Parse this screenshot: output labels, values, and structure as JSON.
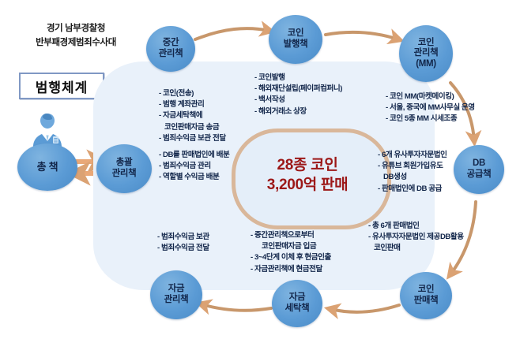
{
  "header": {
    "agency_line1": "경기 남부경찰청",
    "agency_line2": "반부패경제범죄수사대",
    "title": "범행체계"
  },
  "icons": {
    "person": "person-bust-icon"
  },
  "center": {
    "line1": "28종 코인",
    "line2": "3,200억 판매",
    "color": "#9c1717"
  },
  "nodes": [
    {
      "id": "chief",
      "label_lines": [
        "총 책"
      ]
    },
    {
      "id": "general-mgr",
      "label_lines": [
        "총괄",
        "관리책"
      ]
    },
    {
      "id": "middle-mgr",
      "label_lines": [
        "중간",
        "관리책"
      ]
    },
    {
      "id": "coin-issuer",
      "label_lines": [
        "코인",
        "발행책"
      ]
    },
    {
      "id": "coin-mgr-mm",
      "label_lines": [
        "코인",
        "관리책",
        "(MM)"
      ]
    },
    {
      "id": "db-supplier",
      "label_lines": [
        "DB",
        "공급책"
      ]
    },
    {
      "id": "coin-seller",
      "label_lines": [
        "코인",
        "판매책"
      ]
    },
    {
      "id": "launderer",
      "label_lines": [
        "자금",
        "세탁책"
      ]
    },
    {
      "id": "fund-mgr",
      "label_lines": [
        "자금",
        "관리책"
      ]
    }
  ],
  "blocks": {
    "coin_issue": [
      "- 코인발행",
      "- 해외재단설립(페이퍼컴퍼니)",
      "- 백서작성",
      "- 해외거래소 상장"
    ],
    "middle_mgr": [
      "- 코인(전송)",
      "- 범행 계좌관리",
      "- 자금세탁책에",
      "코인판매자금 송금",
      "- 범죄수익금 보관 전달"
    ],
    "general_mgr": [
      "- DB를 판매법인에 배분",
      "- 범죄수익금 관리",
      "- 역할별 수익금 배분"
    ],
    "coin_mm": [
      "- 코인 MM(마켓메이킹)",
      "- 서울, 중국에 MM사무실 운영",
      "- 코인 5종 MM 시세조종"
    ],
    "db_supply": [
      "- 6개 유사투자자문법인",
      "-  유튜브 회원가입유도",
      "DB생성",
      "- 판매법인에 DB 공급"
    ],
    "coin_sell": [
      "-  총 6개 판매법인",
      "-  유사투자자문법인 제공DB활용",
      "코인판매"
    ],
    "laundering": [
      "-  중간관리책으로부터",
      "코인판매자금 입금",
      "-  3~4단계 이체 후 현금인출",
      "- 자금관리책에 현금전달"
    ],
    "fund_mgmt": [
      "- 범죄수익금 보관",
      "- 범죄수익금 전달"
    ]
  },
  "colors": {
    "node_blue": "#5b9bd5",
    "arrow_tan": "#c8976b",
    "ellipse_bg": "#e9f1fa",
    "ring_border": "#d9b79a",
    "title_border": "#8098c4"
  }
}
